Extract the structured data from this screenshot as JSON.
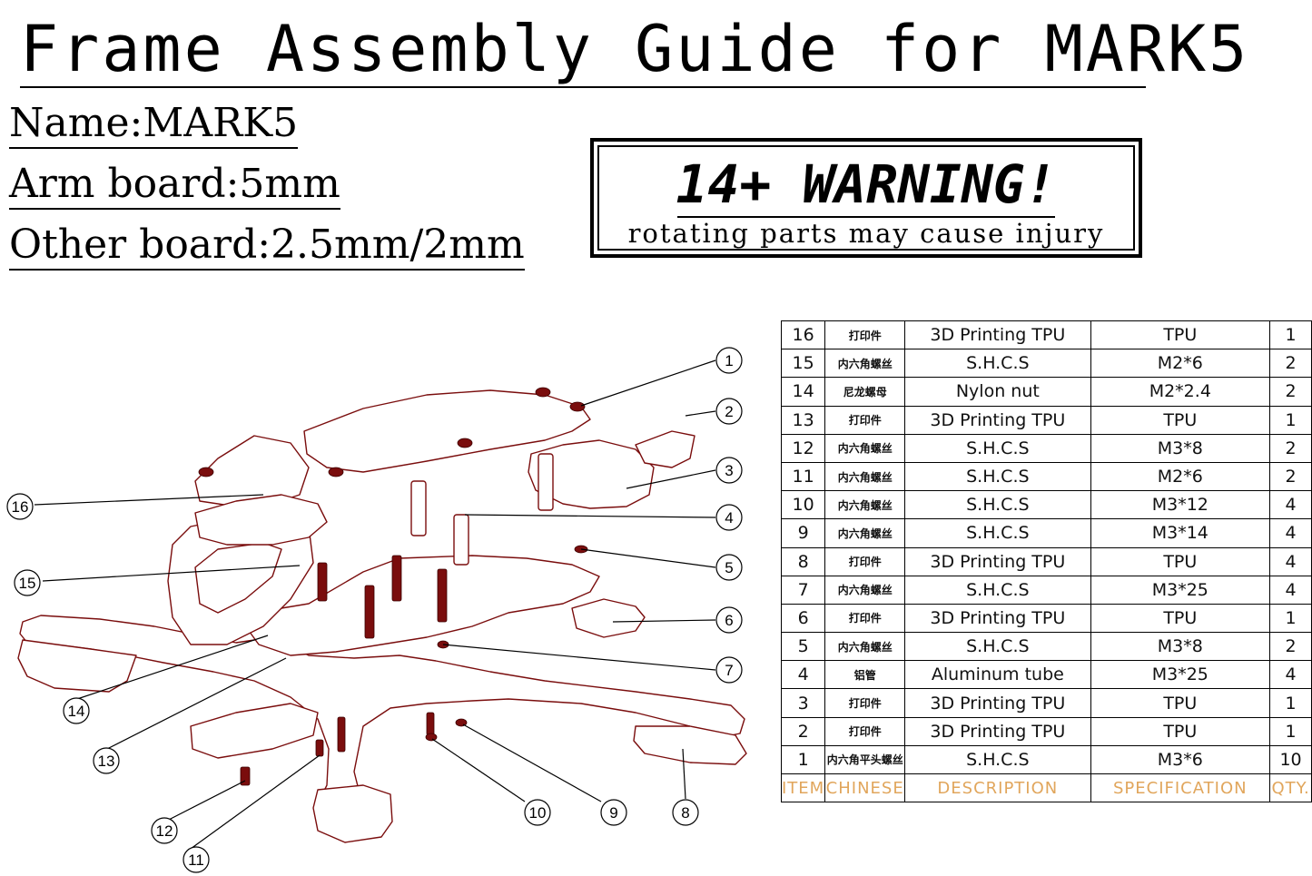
{
  "header": {
    "title": "Frame Assembly Guide for MARK5"
  },
  "specs": {
    "name": "Name:MARK5",
    "arm_board": "Arm board:5mm",
    "other_board": "Other board:2.5mm/2mm"
  },
  "warning": {
    "title": "14+ WARNING!",
    "subtitle": "rotating parts may cause injury"
  },
  "colors": {
    "part_line": "#7a0d0d",
    "part_fill": "#ffffff",
    "header_text": "#e1a65c"
  },
  "bom": {
    "header": {
      "item": "ITEM",
      "chinese": "CHINESE",
      "description": "DESCRIPTION",
      "specification": "SPECIFICATION",
      "qty": "QTY."
    },
    "rows": [
      {
        "item": "16",
        "chinese": "打印件",
        "description": "3D Printing TPU",
        "spec": "TPU",
        "qty": "1"
      },
      {
        "item": "15",
        "chinese": "内六角螺丝",
        "description": "S.H.C.S",
        "spec": "M2*6",
        "qty": "2"
      },
      {
        "item": "14",
        "chinese": "尼龙螺母",
        "description": "Nylon nut",
        "spec": "M2*2.4",
        "qty": "2"
      },
      {
        "item": "13",
        "chinese": "打印件",
        "description": "3D Printing TPU",
        "spec": "TPU",
        "qty": "1"
      },
      {
        "item": "12",
        "chinese": "内六角螺丝",
        "description": "S.H.C.S",
        "spec": "M3*8",
        "qty": "2"
      },
      {
        "item": "11",
        "chinese": "内六角螺丝",
        "description": "S.H.C.S",
        "spec": "M2*6",
        "qty": "2"
      },
      {
        "item": "10",
        "chinese": "内六角螺丝",
        "description": "S.H.C.S",
        "spec": "M3*12",
        "qty": "4"
      },
      {
        "item": "9",
        "chinese": "内六角螺丝",
        "description": "S.H.C.S",
        "spec": "M3*14",
        "qty": "4"
      },
      {
        "item": "8",
        "chinese": "打印件",
        "description": "3D Printing TPU",
        "spec": "TPU",
        "qty": "4"
      },
      {
        "item": "7",
        "chinese": "内六角螺丝",
        "description": "S.H.C.S",
        "spec": "M3*25",
        "qty": "4"
      },
      {
        "item": "6",
        "chinese": "打印件",
        "description": "3D Printing TPU",
        "spec": "TPU",
        "qty": "1"
      },
      {
        "item": "5",
        "chinese": "内六角螺丝",
        "description": "S.H.C.S",
        "spec": "M3*8",
        "qty": "2"
      },
      {
        "item": "4",
        "chinese": "铝管",
        "description": "Aluminum tube",
        "spec": "M3*25",
        "qty": "4"
      },
      {
        "item": "3",
        "chinese": "打印件",
        "description": "3D Printing TPU",
        "spec": "TPU",
        "qty": "1"
      },
      {
        "item": "2",
        "chinese": "打印件",
        "description": "3D Printing TPU",
        "spec": "TPU",
        "qty": "1"
      },
      {
        "item": "1",
        "chinese": "内六角平头螺丝",
        "description": "S.H.C.S",
        "spec": "M3*6",
        "qty": "10"
      }
    ]
  },
  "callouts": [
    {
      "label": "1"
    },
    {
      "label": "2"
    },
    {
      "label": "3"
    },
    {
      "label": "4"
    },
    {
      "label": "5"
    },
    {
      "label": "6"
    },
    {
      "label": "7"
    },
    {
      "label": "8"
    },
    {
      "label": "9"
    },
    {
      "label": "10"
    },
    {
      "label": "11"
    },
    {
      "label": "12"
    },
    {
      "label": "13"
    },
    {
      "label": "14"
    },
    {
      "label": "15"
    },
    {
      "label": "16"
    }
  ]
}
